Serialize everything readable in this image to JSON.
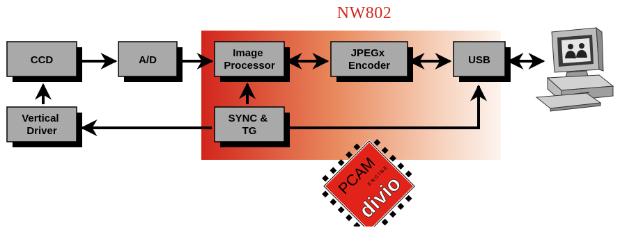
{
  "chip": {
    "title": "NW802"
  },
  "blocks": {
    "ccd": "CCD",
    "ad": "A/D",
    "image_processor": [
      "Image",
      "Processor"
    ],
    "jpeg_encoder": [
      "JPEGx",
      "Encoder"
    ],
    "usb": "USB",
    "vertical_driver": [
      "Vertical",
      "Driver"
    ],
    "sync_tg": [
      "SYNC &",
      "TG"
    ]
  },
  "logo": {
    "text": "PCAM",
    "sub": "ENGINE",
    "brand": "divio"
  },
  "colors": {
    "chip_red": "#d0281f",
    "block_face": "#a9a9a9",
    "block_shadow": "#000000"
  },
  "icons": {
    "computer": "computer-icon"
  }
}
